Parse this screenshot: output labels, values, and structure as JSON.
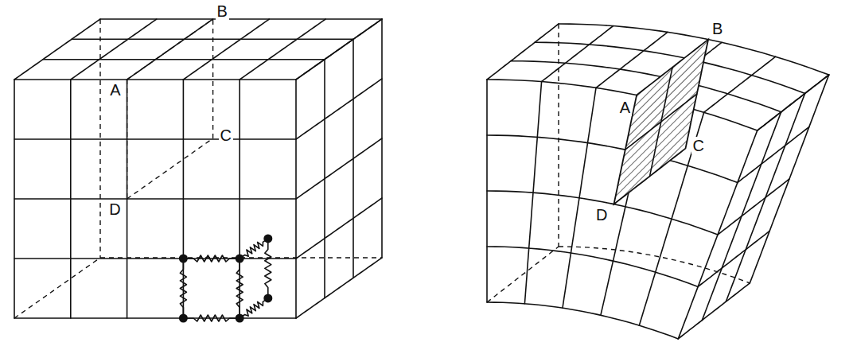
{
  "diagram": {
    "labels": [
      "B",
      "A",
      "C",
      "D",
      "B",
      "A",
      "C",
      "D"
    ]
  }
}
